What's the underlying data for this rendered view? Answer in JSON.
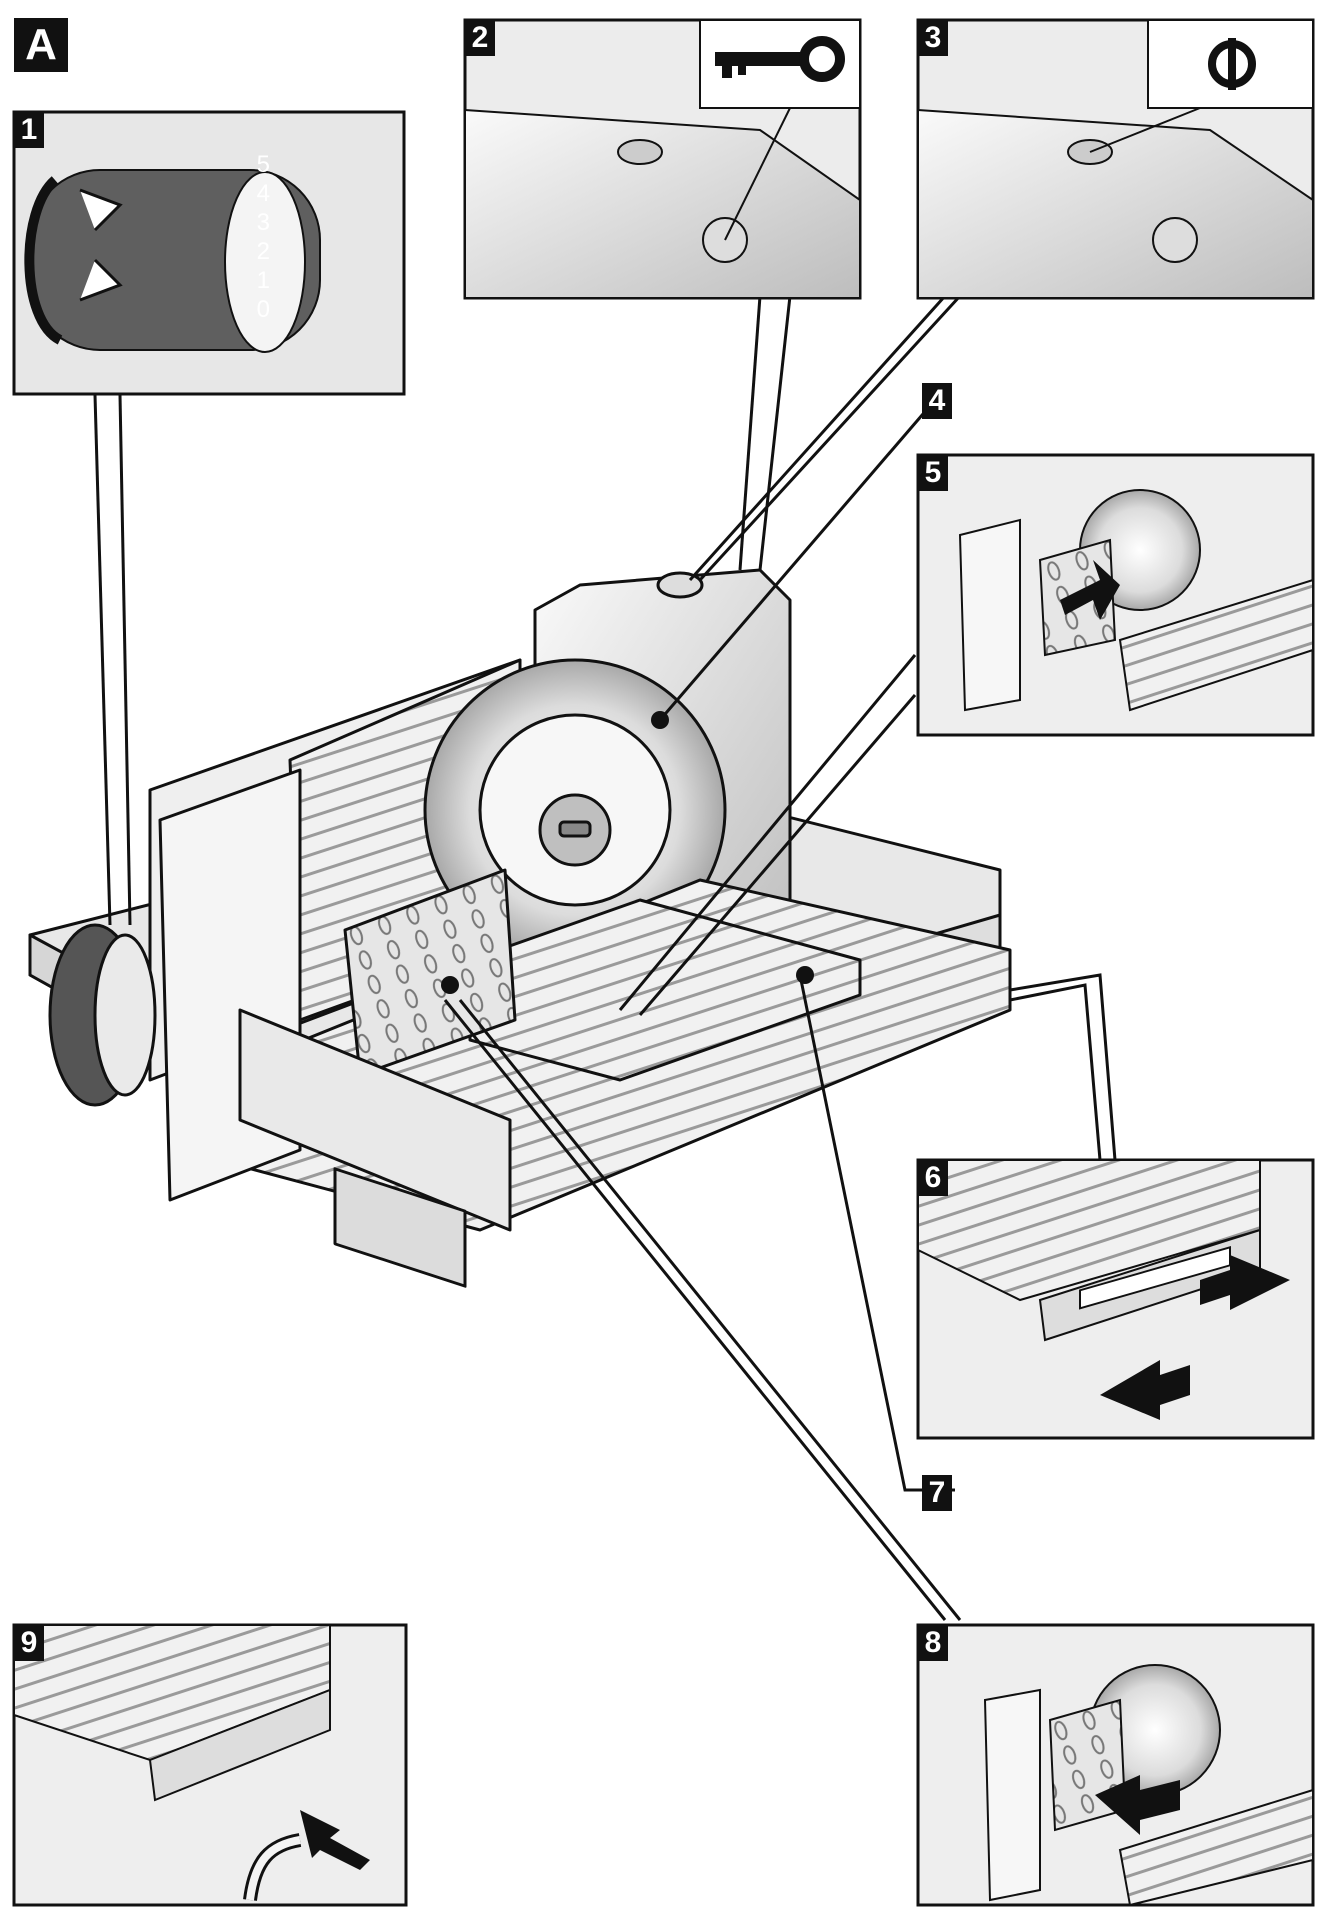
{
  "figure_label": "A",
  "callouts": {
    "c1": "1",
    "c2": "2",
    "c3": "3",
    "c4": "4",
    "c5": "5",
    "c6": "6",
    "c7": "7",
    "c8": "8",
    "c9": "9"
  },
  "dial": {
    "marks": [
      "5",
      "4",
      "3",
      "2",
      "1",
      "0"
    ]
  },
  "colors": {
    "line": "#111111",
    "fill_light": "#eeeeee",
    "fill_mid": "#cfcfcf",
    "fill_dark": "#6a6a6a",
    "badge": "#111111"
  },
  "icons": {
    "inset2": "key-icon",
    "inset3": "power-icon"
  }
}
